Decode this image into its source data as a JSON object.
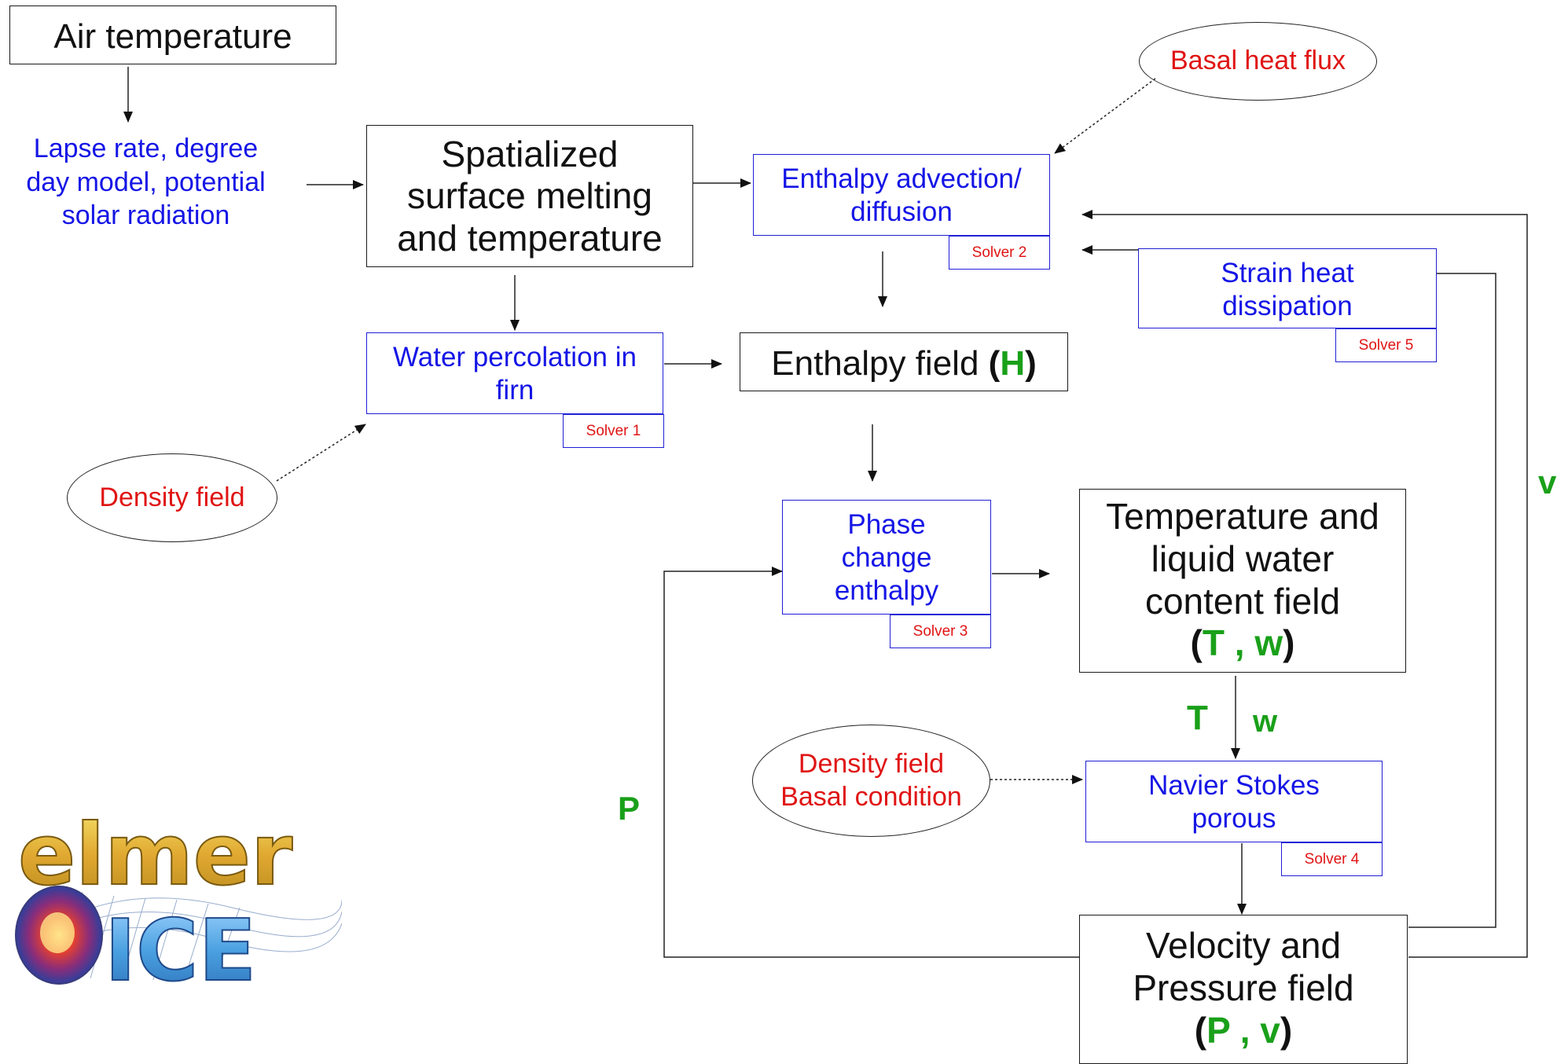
{
  "nodes": {
    "air_temperature": "Air temperature",
    "lapse_rate": [
      "Lapse rate, degree",
      "day model, potential",
      "solar radiation"
    ],
    "surface_melting": [
      "Spatialized",
      "surface melting",
      "and temperature"
    ],
    "enthalpy_advection": [
      "Enthalpy advection/",
      "diffusion"
    ],
    "basal_heat_flux": "Basal heat flux",
    "strain_heat": [
      "Strain heat",
      "dissipation"
    ],
    "water_percolation": [
      "Water percolation in",
      "firn"
    ],
    "enthalpy_field": {
      "prefix": "Enthalpy field ",
      "open": "(",
      "var": "H",
      "close": ")"
    },
    "density_field_1": "Density field",
    "phase_change": [
      "Phase",
      "change",
      "enthalpy"
    ],
    "temp_water": {
      "lines": [
        "Temperature and",
        "liquid water",
        "content field"
      ],
      "open": "(",
      "var1": "T",
      "sep": " , ",
      "var2": "w",
      "close": ")"
    },
    "density_basal": [
      "Density field",
      "Basal condition"
    ],
    "navier_stokes": [
      "Navier Stokes",
      "porous"
    ],
    "velocity_pressure": {
      "lines": [
        "Velocity and",
        "Pressure field"
      ],
      "open": "(",
      "var1": "P",
      "sep": " , ",
      "var2": "v",
      "close": ")"
    }
  },
  "solvers": {
    "s1": "Solver 1",
    "s2": "Solver 2",
    "s3": "Solver 3",
    "s4": "Solver 4",
    "s5": "Solver 5"
  },
  "edge_labels": {
    "T": "T",
    "w": "w",
    "P": "P",
    "v": "v"
  },
  "logo": {
    "top": "elmer",
    "bottom": "ICE"
  },
  "colors": {
    "black": "#111111",
    "blue": "#1515e6",
    "red": "#e01414",
    "green": "#1aa01a"
  }
}
